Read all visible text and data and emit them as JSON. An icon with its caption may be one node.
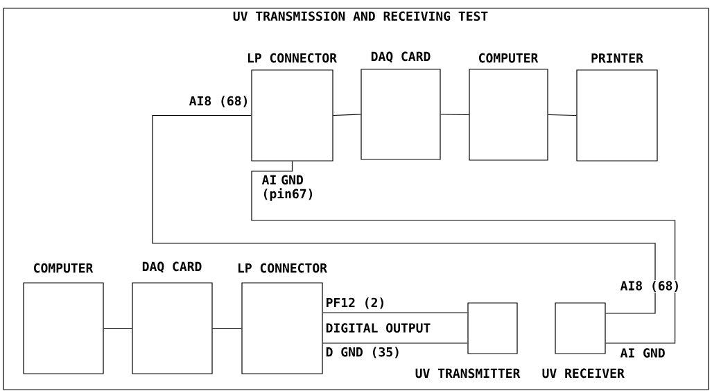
{
  "diagram": {
    "title": "UV TRANSMISSION AND RECEIVING TEST",
    "nodes": [
      {
        "text": [
          "LP CONNECTOR"
        ]
      },
      {
        "text": [
          "DAQ CARD"
        ]
      },
      {
        "text": [
          "COMPUTER"
        ]
      },
      {
        "text": [
          "PRINTER"
        ]
      },
      {
        "text": [
          "COMPUTER"
        ]
      },
      {
        "text": [
          "DAQ CARD"
        ]
      },
      {
        "text": [
          "LP CONNECTOR"
        ]
      },
      {
        "text": [
          "UV TRANSMITTER"
        ]
      },
      {
        "text": [
          "UV RECEIVER"
        ]
      }
    ],
    "edges": [
      {
        "from": 0,
        "to": 1,
        "arrow": "none"
      },
      {
        "from": 1,
        "to": 2,
        "arrow": "none"
      },
      {
        "from": 2,
        "to": 3,
        "arrow": "none"
      },
      {
        "from": 0,
        "to": 8,
        "arrow": "none",
        "label": "AI8 (68)"
      },
      {
        "from": 0,
        "to": 8,
        "arrow": "none",
        "label": "AI GND (pin67)"
      },
      {
        "from": 4,
        "to": 5,
        "arrow": "none"
      },
      {
        "from": 5,
        "to": 6,
        "arrow": "none"
      },
      {
        "from": 6,
        "to": 7,
        "arrow": "none",
        "label": "PF12 (2)"
      },
      {
        "from": 6,
        "to": 7,
        "arrow": "none",
        "label": "D GND (35)"
      }
    ],
    "labels": [
      "AI8 (68)",
      "DIGITAL OUTPUT",
      "AI GND"
    ]
  }
}
